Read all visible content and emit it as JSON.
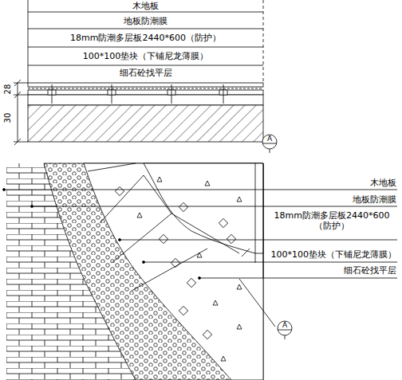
{
  "diagram": {
    "labels": [
      "木地板",
      "地板防潮膜",
      "18mm防潮多层板2440*600（防护）",
      "100*100垫块（下铺尼龙薄膜）",
      "细石砼找平层",
      "30",
      "28",
      "A",
      "木地板",
      "地板防潮膜",
      "18mm防潮多层板2440*600 （防护）",
      "100*100垫块（下铺尼龙薄膜）",
      "细石砼找平层",
      "A"
    ]
  }
}
